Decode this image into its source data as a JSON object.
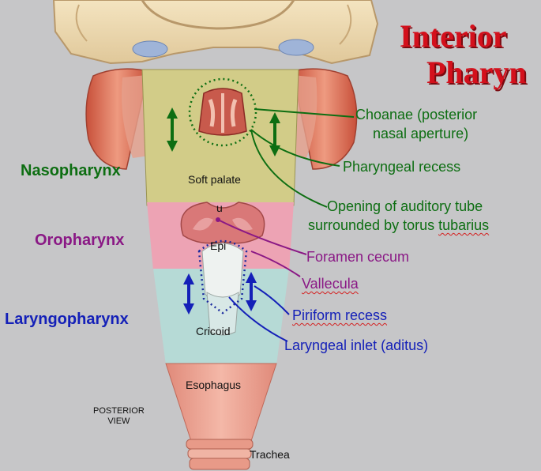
{
  "title": {
    "line1": "Interior",
    "line2": "Pharyn"
  },
  "regions": {
    "nasopharynx": "Nasopharynx",
    "oropharynx": "Oropharynx",
    "laryngopharynx": "Laryngopharynx"
  },
  "callouts": {
    "choanae_line1": "Choanae (posterior",
    "choanae_line2": "nasal aperture)",
    "pharyngeal_recess": "Pharyngeal recess",
    "auditory_line1": "Opening of auditory tube",
    "auditory_line2": "surrounded by torus tubarius",
    "foramen_cecum": "Foramen cecum",
    "vallecula": "Vallecula",
    "piriform_recess": "Piriform recess",
    "laryngeal_inlet": "Laryngeal inlet (aditus)"
  },
  "inner_labels": {
    "soft_palate": "Soft palate",
    "uvula": "u",
    "epiglottis": "Epi",
    "cricoid": "Cricoid",
    "esophagus": "Esophagus",
    "trachea": "Trachea"
  },
  "view_note": {
    "line1": "POSTERIOR",
    "line2": "VIEW"
  },
  "colors": {
    "title_red": "#d4101c",
    "nasopharynx_green": "#0d6e12",
    "oropharynx_purple": "#8a1885",
    "laryngopharynx_blue": "#1420b8",
    "background_gray": "#c6c6c8"
  }
}
